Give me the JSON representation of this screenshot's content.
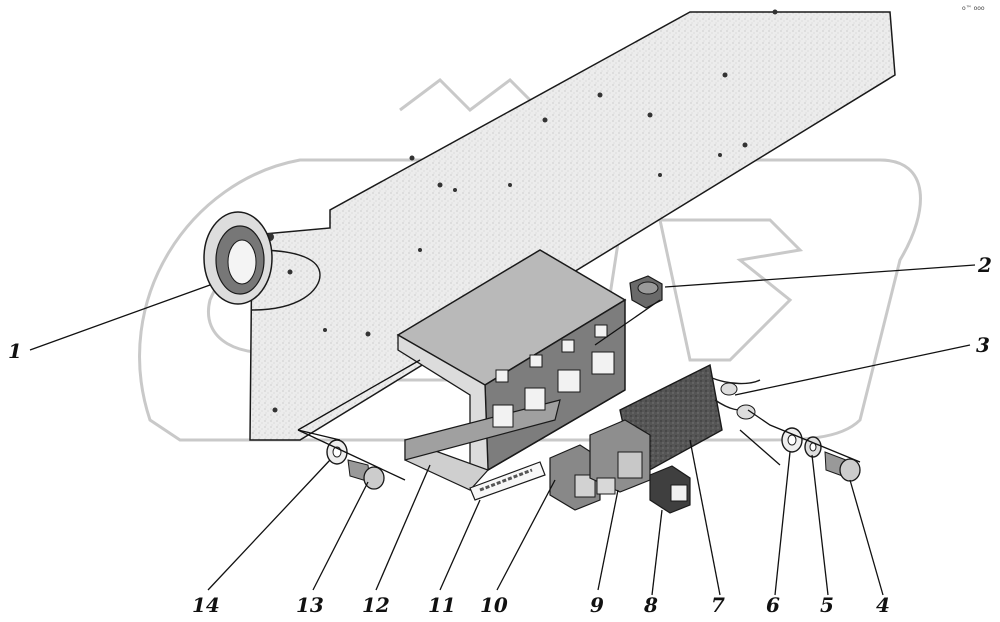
{
  "corner_mark": "o™ ooo",
  "callouts": [
    {
      "id": "1",
      "label": "1"
    },
    {
      "id": "2",
      "label": "2"
    },
    {
      "id": "3",
      "label": "3"
    },
    {
      "id": "4",
      "label": "4"
    },
    {
      "id": "5",
      "label": "5"
    },
    {
      "id": "6",
      "label": "6"
    },
    {
      "id": "7",
      "label": "7"
    },
    {
      "id": "8",
      "label": "8"
    },
    {
      "id": "9",
      "label": "9"
    },
    {
      "id": "10",
      "label": "10"
    },
    {
      "id": "11",
      "label": "11"
    },
    {
      "id": "12",
      "label": "12"
    },
    {
      "id": "13",
      "label": "13"
    },
    {
      "id": "14",
      "label": "14"
    }
  ],
  "colors": {
    "ink": "#1a1a1a",
    "panel": "#e6e6e6",
    "shade": "#b5b5b5",
    "dark": "#4a4a4a",
    "watermark": "#c9c9c9"
  }
}
